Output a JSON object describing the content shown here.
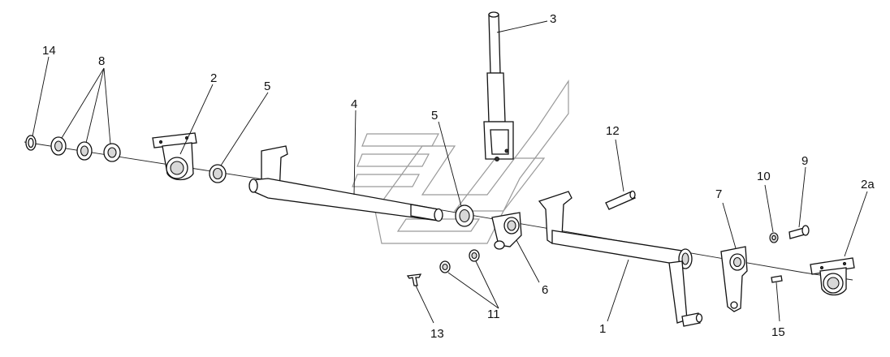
{
  "callouts": {
    "c1": "1",
    "c2": "2",
    "c2a": "2a",
    "c3": "3",
    "c4": "4",
    "c5a": "5",
    "c5b": "5",
    "c6": "6",
    "c7": "7",
    "c8": "8",
    "c9": "9",
    "c10": "10",
    "c11": "11",
    "c12": "12",
    "c13": "13",
    "c14": "14",
    "c15": "15"
  }
}
